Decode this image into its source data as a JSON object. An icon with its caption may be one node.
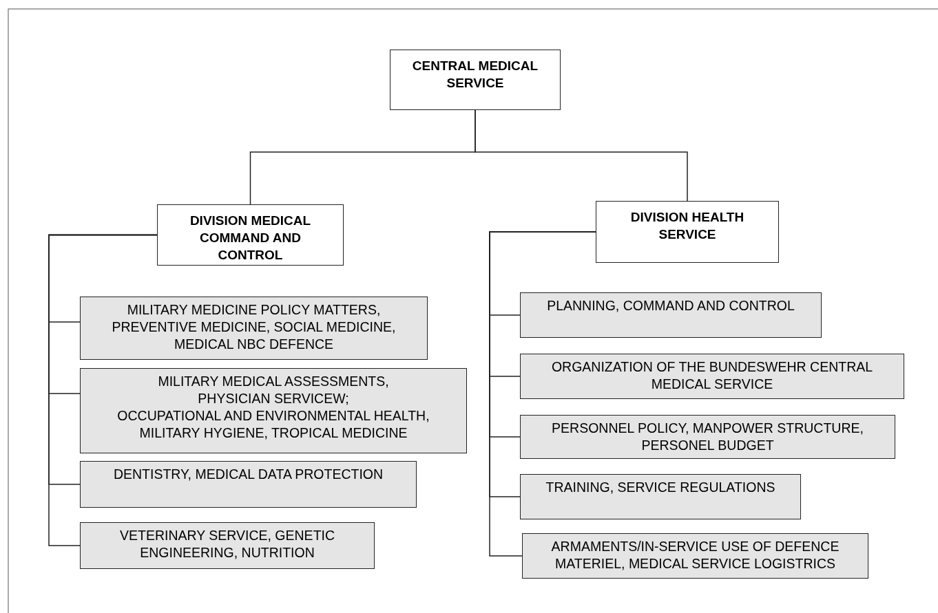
{
  "diagram": {
    "nodes": [
      {
        "text": [
          "CENTRAL MEDICAL SERVICE"
        ]
      },
      {
        "text": [
          "DIVISION MEDICAL COMMAND AND CONTROL"
        ]
      },
      {
        "text": [
          "DIVISION HEALTH SERVICE"
        ]
      },
      {
        "text": [
          "MILITARY MEDICINE POLICY MATTERS, PREVENTIVE MEDICINE, SOCIAL MEDICINE, MEDICAL NBC DEFENCE"
        ]
      },
      {
        "text": [
          "MILITARY MEDICAL ASSESSMENTS, PHYSICIAN SERVICEW;",
          "OCCUPATIONAL AND ENVIRONMENTAL HEALTH, MILITARY HYGIENE, TROPICAL MEDICINE"
        ]
      },
      {
        "text": [
          "DENTISTRY, MEDICAL DATA PROTECTION"
        ]
      },
      {
        "text": [
          "VETERINARY SERVICE, GENETIC ENGINEERING, NUTRITION"
        ]
      },
      {
        "text": [
          "PLANNING, COMMAND AND CONTROL"
        ]
      },
      {
        "text": [
          "ORGANIZATION OF THE BUNDESWEHR CENTRAL MEDICAL SERVICE"
        ]
      },
      {
        "text": [
          "PERSONNEL POLICY, MANPOWER STRUCTURE, PERSONEL BUDGET"
        ]
      },
      {
        "text": [
          "TRAINING, SERVICE REGULATIONS"
        ]
      },
      {
        "text": [
          "ARMAMENTS/IN-SERVICE USE OF DEFENCE MATERIEL, MEDICAL SERVICE LOGISTRICS"
        ]
      }
    ],
    "edges": [
      {
        "from": 0,
        "to": 1,
        "arrow": "none"
      },
      {
        "from": 0,
        "to": 2,
        "arrow": "none"
      },
      {
        "from": 1,
        "to": 3,
        "arrow": "none"
      },
      {
        "from": 1,
        "to": 4,
        "arrow": "none"
      },
      {
        "from": 1,
        "to": 5,
        "arrow": "none"
      },
      {
        "from": 1,
        "to": 6,
        "arrow": "none"
      },
      {
        "from": 2,
        "to": 7,
        "arrow": "none"
      },
      {
        "from": 2,
        "to": 8,
        "arrow": "none"
      },
      {
        "from": 2,
        "to": 9,
        "arrow": "none"
      },
      {
        "from": 2,
        "to": 10,
        "arrow": "none"
      },
      {
        "from": 2,
        "to": 11,
        "arrow": "none"
      }
    ]
  }
}
